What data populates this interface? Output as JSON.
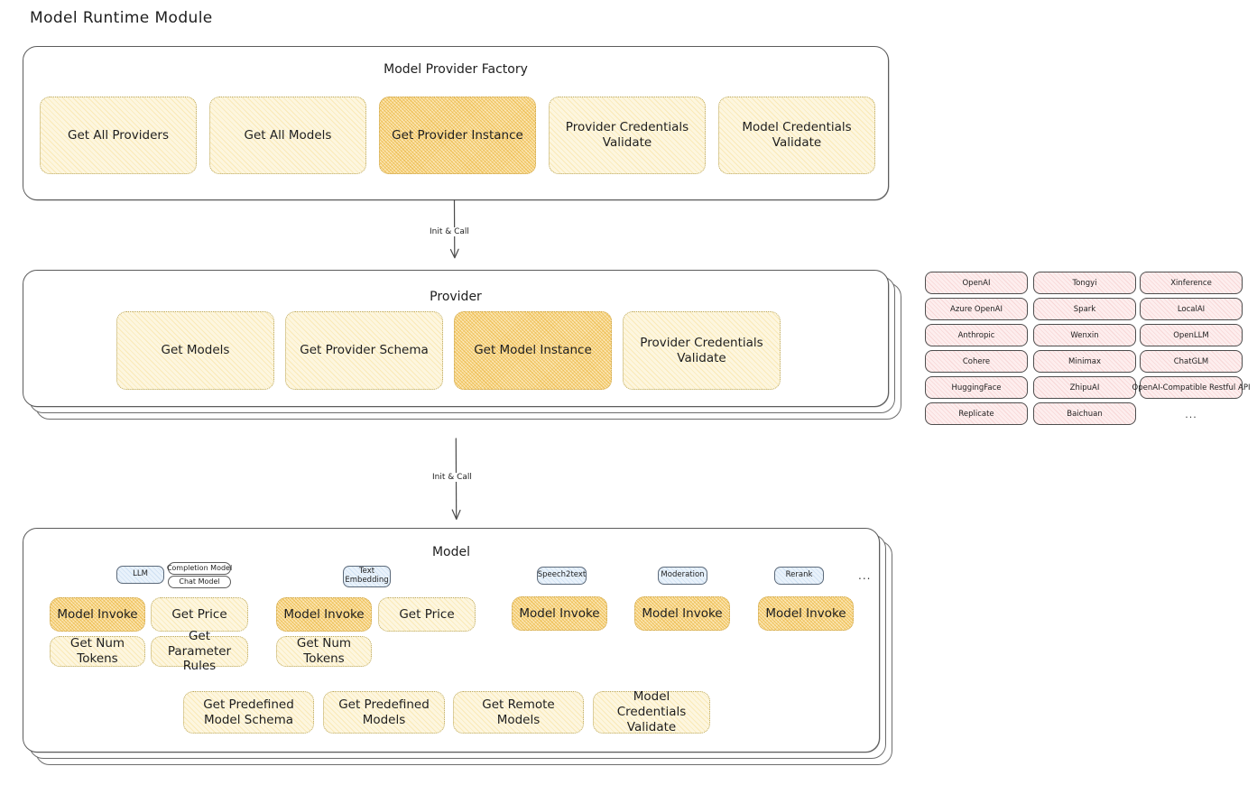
{
  "page": {
    "title": "Model Runtime Module"
  },
  "factory": {
    "title": "Model Provider Factory",
    "nodes": [
      {
        "label": "Get All Providers",
        "highlight": false
      },
      {
        "label": "Get All Models",
        "highlight": false
      },
      {
        "label": "Get Provider Instance",
        "highlight": true
      },
      {
        "label": "Provider Credentials Validate",
        "highlight": false
      },
      {
        "label": "Model Credentials Validate",
        "highlight": false
      }
    ]
  },
  "arrows": [
    {
      "label": "Init & Call"
    },
    {
      "label": "Init & Call"
    }
  ],
  "provider": {
    "title": "Provider",
    "nodes": [
      {
        "label": "Get Models",
        "highlight": false
      },
      {
        "label": "Get Provider Schema",
        "highlight": false
      },
      {
        "label": "Get Model Instance",
        "highlight": true
      },
      {
        "label": "Provider Credentials Validate",
        "highlight": false
      }
    ]
  },
  "provider_list": {
    "columns": [
      {
        "items": [
          "OpenAI",
          "Azure OpenAI",
          "Anthropic",
          "Cohere",
          "HuggingFace",
          "Replicate"
        ]
      },
      {
        "items": [
          "Tongyi",
          "Spark",
          "Wenxin",
          "Minimax",
          "ZhipuAI",
          "Baichuan"
        ]
      },
      {
        "items": [
          "Xinference",
          "LocalAI",
          "OpenLLM",
          "ChatGLM",
          "OpenAI-Compatible Restful API"
        ]
      }
    ],
    "ellipsis": "..."
  },
  "model": {
    "title": "Model",
    "types": [
      {
        "name": "LLM",
        "sub_badges": [
          "Completion Model",
          "Chat Model"
        ],
        "methods": [
          {
            "label": "Model Invoke",
            "highlight": true
          },
          {
            "label": "Get Price",
            "highlight": false
          },
          {
            "label": "Get Num Tokens",
            "highlight": false
          },
          {
            "label": "Get Parameter Rules",
            "highlight": false
          }
        ]
      },
      {
        "name": "Text Embedding",
        "sub_badges": [],
        "methods": [
          {
            "label": "Model Invoke",
            "highlight": true
          },
          {
            "label": "Get Price",
            "highlight": false
          },
          {
            "label": "Get Num Tokens",
            "highlight": false
          }
        ]
      },
      {
        "name": "Speech2text",
        "sub_badges": [],
        "methods": [
          {
            "label": "Model Invoke",
            "highlight": true
          }
        ]
      },
      {
        "name": "Moderation",
        "sub_badges": [],
        "methods": [
          {
            "label": "Model Invoke",
            "highlight": true
          }
        ]
      },
      {
        "name": "Rerank",
        "sub_badges": [],
        "methods": [
          {
            "label": "Model Invoke",
            "highlight": true
          }
        ]
      }
    ],
    "types_ellipsis": "...",
    "common_methods": [
      {
        "label": "Get Predefined Model Schema"
      },
      {
        "label": "Get Predefined Models"
      },
      {
        "label": "Get Remote Models"
      },
      {
        "label": "Model Credentials Validate"
      }
    ]
  },
  "colors": {
    "node_light_fill": "#fdf6df",
    "node_strong_fill": "#fbe6b4",
    "node_border": "#b9a75f",
    "badge_blue_fill": "#e9f2fb",
    "chip_fill": "#fdeeee",
    "panel_border": "#5c5c5c",
    "text": "#1e1e1e"
  }
}
